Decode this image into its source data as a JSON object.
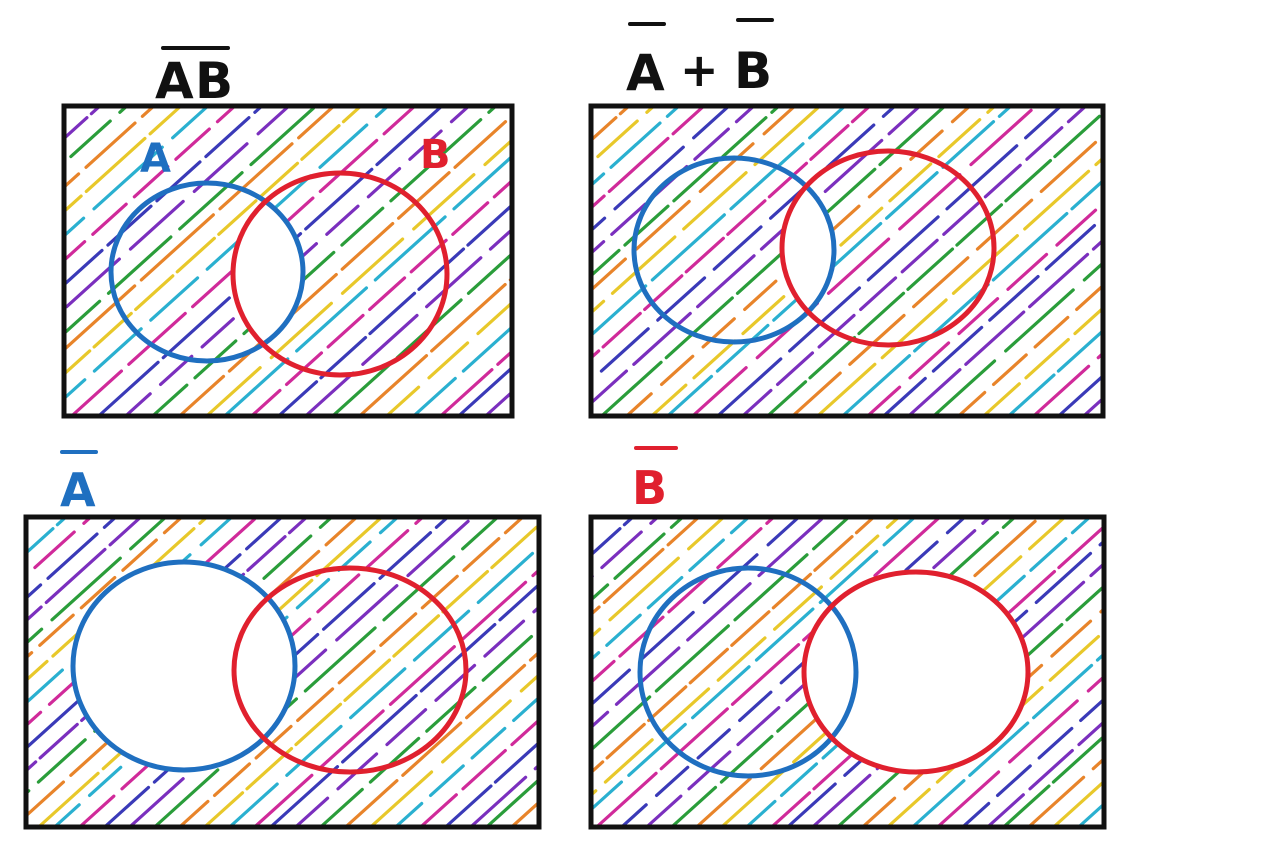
{
  "colors": {
    "set_a": "#1f6fc0",
    "set_b": "#e0202e",
    "frame": "#111111",
    "bar": "#111111",
    "hatch": [
      "#7b2fbe",
      "#2a9d3a",
      "#e8842a",
      "#e8c82a",
      "#2ab0d0",
      "#d02a9a",
      "#3a3ab8"
    ]
  },
  "panels": [
    {
      "id": "p1",
      "title": {
        "parts": [
          {
            "text": "A",
            "bar": true
          },
          {
            "text": "B",
            "bar": true
          }
        ],
        "color": "#111111"
      },
      "labels": {
        "a": "A",
        "b": "B"
      },
      "shade": "not-intersection"
    },
    {
      "id": "p2",
      "title": {
        "parts": [
          {
            "text": "A",
            "bar": true
          },
          {
            "text": "+",
            "bar": false
          },
          {
            "text": "B",
            "bar": true
          }
        ],
        "color": "#111111"
      },
      "labels": {
        "a": "",
        "b": ""
      },
      "shade": "not-a-or-not-b"
    },
    {
      "id": "p3",
      "title": {
        "parts": [
          {
            "text": "A",
            "bar": true
          }
        ],
        "color": "#1f6fc0"
      },
      "labels": {
        "a": "",
        "b": ""
      },
      "shade": "not-a"
    },
    {
      "id": "p4",
      "title": {
        "parts": [
          {
            "text": "B",
            "bar": true
          }
        ],
        "color": "#e0202e"
      },
      "labels": {
        "a": "",
        "b": ""
      },
      "shade": "not-b"
    }
  ]
}
